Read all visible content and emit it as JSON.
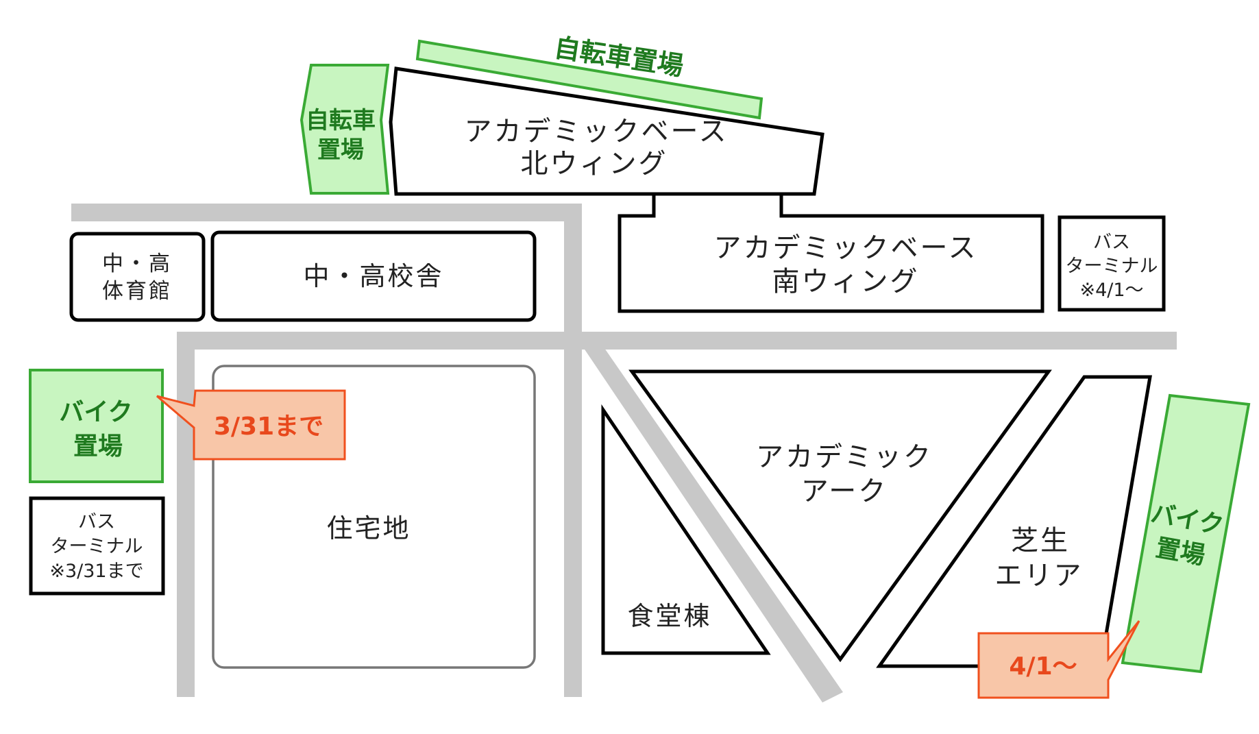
{
  "buildings": {
    "north_wing": {
      "line1": "アカデミックベース",
      "line2": "北ウィング"
    },
    "south_wing": {
      "line1": "アカデミックベース",
      "line2": "南ウィング"
    },
    "bus_terminal_new": {
      "line1": "バス",
      "line2": "ターミナル",
      "line3": "※4/1～"
    },
    "gym": {
      "line1": "中・高",
      "line2": "体育館"
    },
    "school": {
      "label": "中・高校舎"
    },
    "residential": {
      "label": "住宅地"
    },
    "bus_terminal_old": {
      "line1": "バス",
      "line2": "ターミナル",
      "line3": "※3/31まで"
    },
    "academic_arc": {
      "line1": "アカデミック",
      "line2": "アーク"
    },
    "cafeteria": {
      "label": "食堂棟"
    },
    "lawn": {
      "line1": "芝生",
      "line2": "エリア"
    }
  },
  "parking": {
    "bicycle_top": {
      "label": "自転車置場"
    },
    "bicycle_left": {
      "line1": "自転車",
      "line2": "置場"
    },
    "bike_left": {
      "line1": "バイク",
      "line2": "置場"
    },
    "bike_right": {
      "line1": "バイク",
      "line2": "置場"
    }
  },
  "callouts": {
    "until": {
      "label": "3/31まで"
    },
    "from": {
      "label": "4/1～"
    }
  },
  "colors": {
    "road": "#c8c8c8",
    "parking_fill": "#c8f5c0",
    "parking_border": "#3aaa35",
    "parking_text": "#1f7a1f",
    "callout_fill": "#f8c6a8",
    "callout_border": "#f0501e",
    "callout_text": "#e8481c"
  }
}
